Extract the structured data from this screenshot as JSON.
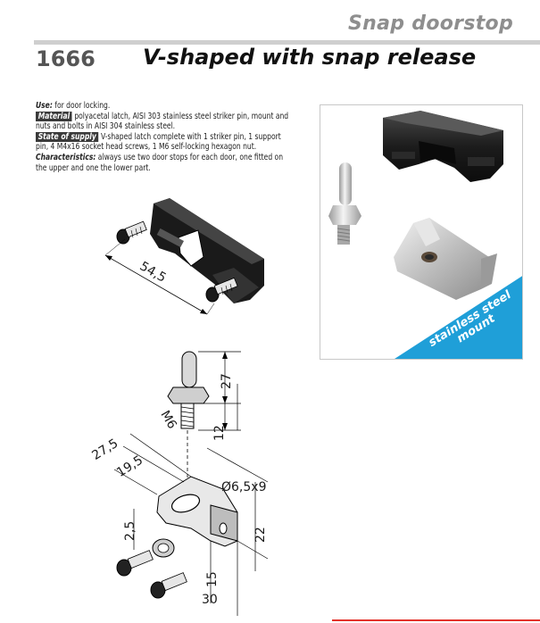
{
  "header": {
    "section": "Snap doorstop",
    "code": "1666",
    "title": "V-shaped with snap release"
  },
  "description": {
    "use_label": "Use:",
    "use_text": " for door locking.",
    "material_label": "Material",
    "material_text": " polyacetal latch, AISI 303 stainless steel striker pin, mount and nuts and bolts in AISI 304 stainless steel.",
    "supply_label": "State of supply",
    "supply_text": " V-shaped latch complete with 1 striker pin, 1 support pin, 4 M4x16 socket head screws, 1 M6 self-locking hexagon nut.",
    "characteristics_label": "Characteristics:",
    "characteristics_text": " always use two door stops for each door, one fitted on the upper and one the lower part."
  },
  "photo": {
    "banner_line1": "stainless steel",
    "banner_line2": "mount",
    "banner_color": "#1f9fd8"
  },
  "dimensions": {
    "latch_width": "54,5",
    "pin_total": "27",
    "pin_thread": "12",
    "thread_size": "M6",
    "outer_width": "27,5",
    "inner_width": "19,5",
    "slot": "Ø6,5x9",
    "thickness": "2,5",
    "height": "22",
    "hole_offset": "15",
    "depth": "30"
  }
}
